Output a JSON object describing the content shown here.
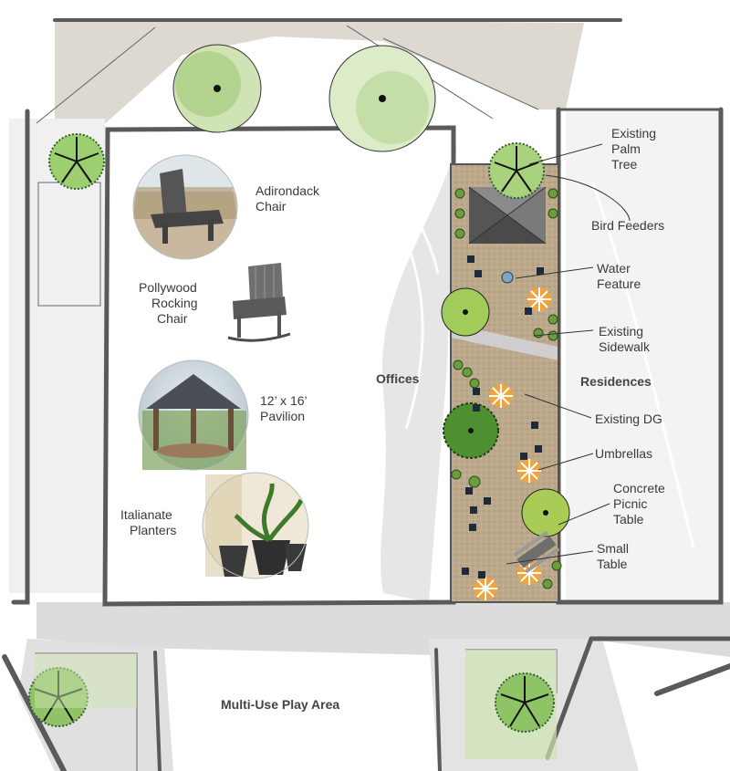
{
  "labels": {
    "adirondack": [
      "Adirondack",
      "Chair"
    ],
    "pollywood": [
      "Pollywood",
      "Rocking",
      "Chair"
    ],
    "pavilion": [
      "12’ x 16’",
      "Pavilion"
    ],
    "planters": [
      "Italianate",
      "Planters"
    ],
    "offices": "Offices",
    "residences": "Residences",
    "play_area": "Multi-Use Play Area",
    "palm_tree": [
      "Existing",
      "Palm",
      "Tree"
    ],
    "bird_feeders": "Bird Feeders",
    "water_feature": [
      "Water",
      "Feature"
    ],
    "sidewalk": [
      "Existing",
      "Sidewalk"
    ],
    "existing_dg": "Existing DG",
    "umbrellas": "Umbrellas",
    "picnic_table": [
      "Concrete",
      "Picnic",
      "Table"
    ],
    "small_table": [
      "Small",
      "Table"
    ]
  },
  "colors": {
    "building_outline": "#5a5a5a",
    "paving_gray": "#d9d9d9",
    "path_tan": "#d7cfc2",
    "dg_tan": "#b9a68a",
    "tree_green": "#8dbf5e",
    "tree_dark": "#3f7a2a",
    "umbrella_orange": "#f2a33a"
  }
}
